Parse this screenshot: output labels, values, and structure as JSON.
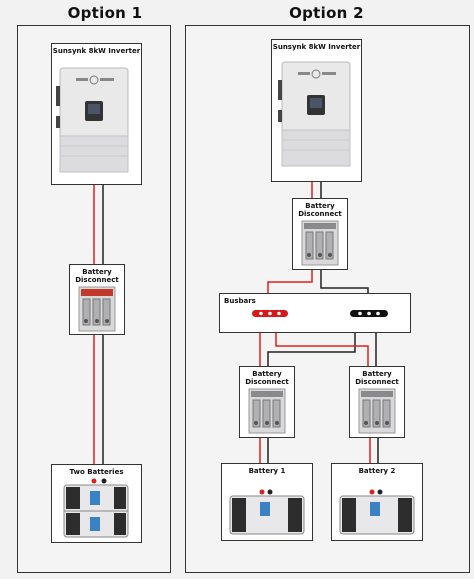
{
  "option1": {
    "title": "Option 1",
    "inverter_label": "Sunsynk 8kW Inverter",
    "disconnect_label_line1": "Battery",
    "disconnect_label_line2": "Disconnect",
    "batteries_label": "Two Batteries"
  },
  "option2": {
    "title": "Option 2",
    "inverter_label": "Sunsynk 8kW Inverter",
    "main_disconnect_line1": "Battery",
    "main_disconnect_line2": "Disconnect",
    "busbars_label": "Busbars",
    "disconnect1_line1": "Battery",
    "disconnect1_line2": "Disconnect",
    "disconnect2_line1": "Battery",
    "disconnect2_line2": "Disconnect",
    "battery1_label": "Battery 1",
    "battery2_label": "Battery 2"
  },
  "colors": {
    "positive_wire": "#e02020",
    "negative_wire": "#222222",
    "frame_border": "#333333",
    "busbar_red": "#d81818",
    "busbar_black": "#111111"
  },
  "icons": {
    "inverter": "inverter-icon",
    "disconnect": "fuse-disconnect-icon",
    "battery": "battery-icon"
  }
}
